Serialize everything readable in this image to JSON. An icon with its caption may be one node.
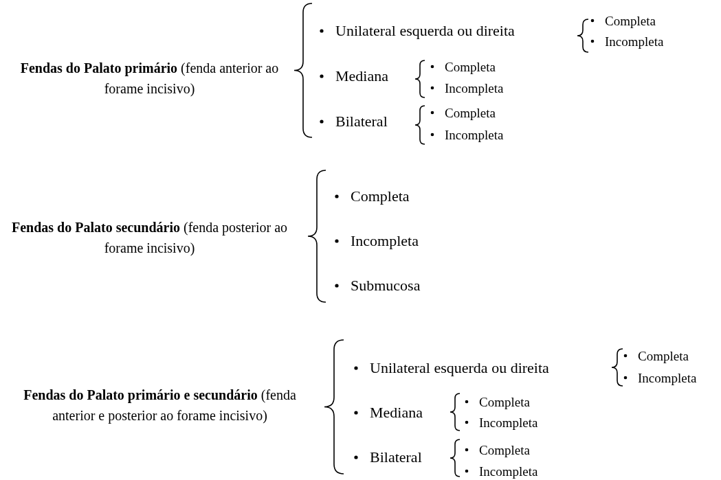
{
  "diagram": {
    "labels": [
      "**Fendas do Palato primário** (fenda anterior ao forame incisivo)",
      "Unilateral esquerda ou direita",
      "Completa",
      "Incompleta",
      "Mediana",
      "Completa",
      "Incompleta",
      "Bilateral",
      "Completa",
      "Incompleta",
      "**Fendas do Palato secundário** (fenda posterior ao forame incisivo)",
      "Completa",
      "Incompleta",
      "Submucosa",
      "**Fendas do Palato primário e secundário** (fenda anterior e posterior ao forame incisivo)",
      "Unilateral esquerda ou direita",
      "Completa",
      "Incompleta",
      "Mediana",
      "Completa",
      "Incompleta",
      "Bilateral",
      "Completa",
      "Incompleta"
    ]
  }
}
